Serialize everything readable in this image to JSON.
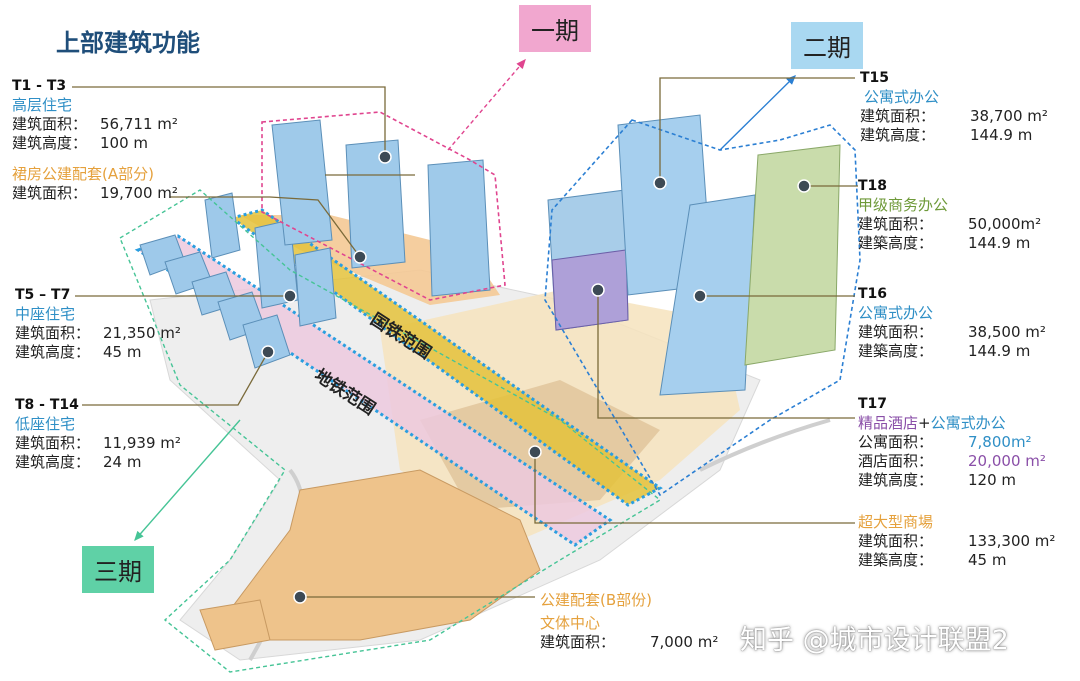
{
  "title": "上部建筑功能",
  "phases": {
    "p1": "一期",
    "p2": "二期",
    "p3": "三期"
  },
  "bands": {
    "rail": "国铁范围",
    "metro": "地铁范围"
  },
  "t1": {
    "code": "T1 - T3",
    "use": "高层住宅",
    "area_k": "建筑面积：",
    "area_v": "56,711 m²",
    "height_k": "建筑高度：",
    "height_v": "100 m"
  },
  "podium_a": {
    "use": "裙房公建配套(A部分)",
    "area_k": "建筑面积：",
    "area_v": "19,700 m²"
  },
  "t5": {
    "code": "T5 – T7",
    "use": "中座住宅",
    "area_k": "建筑面积：",
    "area_v": "21,350 m²",
    "height_k": "建筑高度：",
    "height_v": "45 m"
  },
  "t8": {
    "code": "T8 - T14",
    "use": "低座住宅",
    "area_k": "建筑面积：",
    "area_v": "11,939 m²",
    "height_k": "建筑高度：",
    "height_v": "24 m"
  },
  "t15": {
    "code": "T15",
    "use": "公寓式办公",
    "area_k": "建筑面积：",
    "area_v": "38,700 m²",
    "height_k": "建筑高度：",
    "height_v": "144.9 m"
  },
  "t18": {
    "code": "T18",
    "use": "甲级商务办公",
    "area_k": "建筑面积：",
    "area_v": "50,000m²",
    "height_k": "建築高度：",
    "height_v": "144.9 m"
  },
  "t16": {
    "code": "T16",
    "use": "公寓式办公",
    "area_k": "建筑面积：",
    "area_v": "38,500 m²",
    "height_k": "建築高度：",
    "height_v": "144.9 m"
  },
  "t17": {
    "code": "T17",
    "use_a": "精品酒店",
    "plus": "+",
    "use_b": "公寓式办公",
    "apt_k": "公寓面积：",
    "apt_v": "7,800m²",
    "hotel_k": "酒店面积：",
    "hotel_v": "20,000 m²",
    "height_k": "建筑高度：",
    "height_v": "120 m"
  },
  "mall": {
    "use": "超大型商場",
    "area_k": "建筑面积：",
    "area_v": "133,300 m²",
    "height_k": "建築高度：",
    "height_v": "45 m"
  },
  "podium_b": {
    "use": "公建配套(B部份)",
    "sub": "文体中心",
    "area_k": "建筑面积：",
    "area_v": "7,000 m²"
  },
  "watermark": "知乎 @城市设计联盟2",
  "colors": {
    "phase1": "#f1a7cf",
    "phase2": "#a9d8f1",
    "phase3": "#5fd1a6",
    "tower_blue": "#9ec9ea",
    "tower_green": "#c8dcaa",
    "tower_purple": "#b2a4d9",
    "podium": "#f2c58e",
    "rail": "#e6c23a",
    "metro": "#e8c7dc",
    "leader": "#7a6a3a"
  },
  "icons": [
    "leader-dot",
    "phase-arrow"
  ]
}
